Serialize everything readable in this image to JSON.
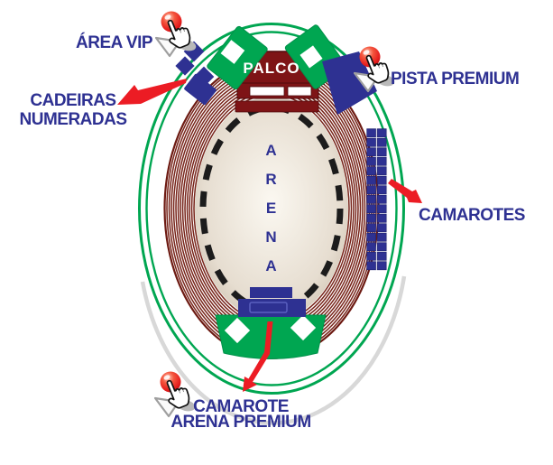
{
  "map": {
    "arena_label": "ARENA",
    "stage_label": "PALCO",
    "sections": {
      "area_vip": {
        "label": "ÁREA VIP"
      },
      "cadeiras_numeradas": {
        "line1": "CADEIRAS",
        "line2": "NUMERADAS"
      },
      "pista_premium": {
        "label": "PISTA PREMIUM"
      },
      "camarotes": {
        "label": "CAMAROTES"
      },
      "camarote_arena_premium": {
        "line1": "CAMAROTE",
        "line2": "ARENA PREMIUM"
      }
    },
    "icons": {
      "click_marker": "hand-cursor-with-red-balloon"
    },
    "colors": {
      "label_blue": "#2E3192",
      "section_green": "#00A651",
      "section_blue": "#2E3192",
      "stage_maroon": "#7E1416",
      "ring_maroon": "#77241A",
      "arrow_red": "#EC1C24",
      "balloon_red": "#E51D1D",
      "floor_beige": "#E6DDD0"
    }
  }
}
